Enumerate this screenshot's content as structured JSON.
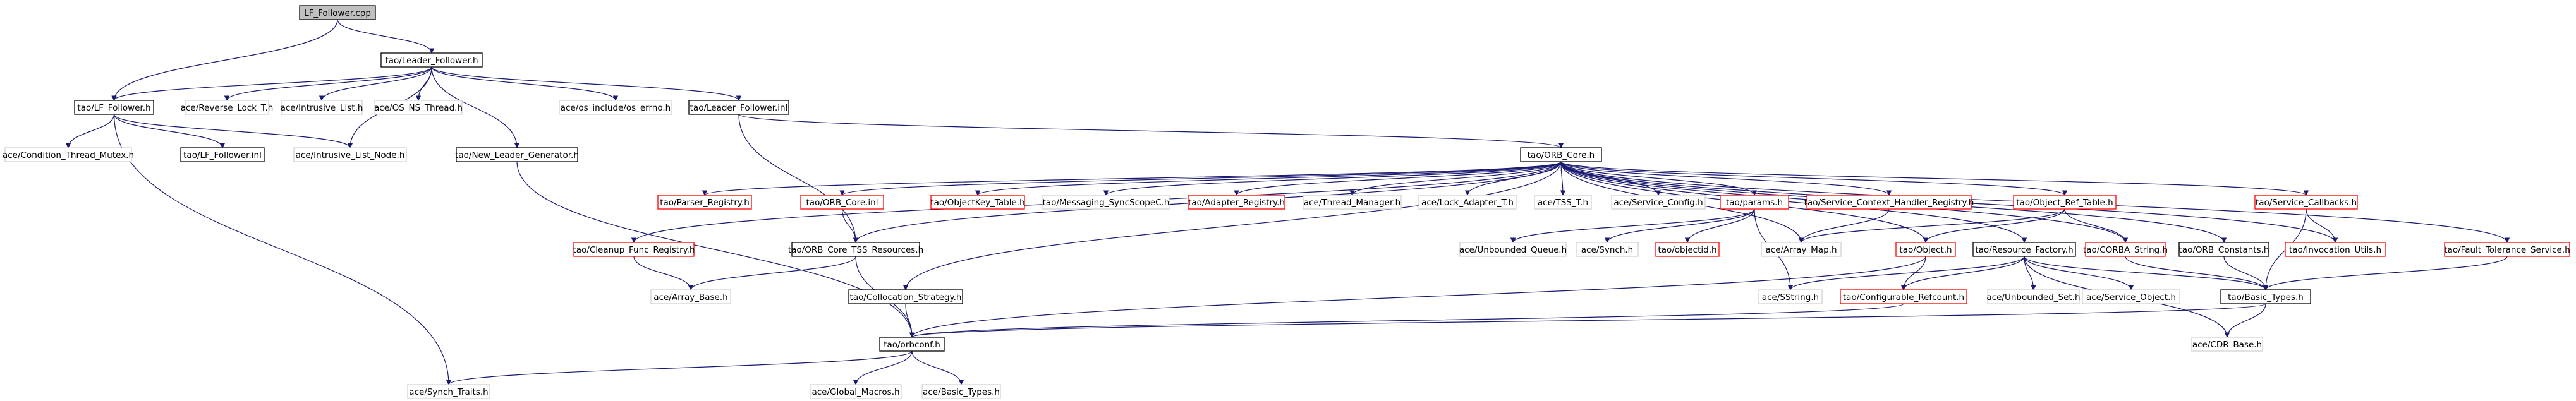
{
  "colors": {
    "edge": "#191970",
    "current_fill": "#c0c0c0",
    "doc_border": "#000000",
    "missing_border": "#ff0000",
    "external_border": "#d3d3d3"
  },
  "nodes": [
    {
      "id": "n0",
      "label": "LF_Follower.cpp",
      "kind": "current"
    },
    {
      "id": "n1",
      "label": "tao/Leader_Follower.h",
      "kind": "doc"
    },
    {
      "id": "n2",
      "label": "tao/LF_Follower.h",
      "kind": "doc"
    },
    {
      "id": "n3",
      "label": "ace/Reverse_Lock_T.h",
      "kind": "external"
    },
    {
      "id": "n4",
      "label": "ace/Intrusive_List.h",
      "kind": "external"
    },
    {
      "id": "n5",
      "label": "ace/OS_NS_Thread.h",
      "kind": "external"
    },
    {
      "id": "n6",
      "label": "ace/os_include/os_errno.h",
      "kind": "external"
    },
    {
      "id": "n7",
      "label": "tao/Leader_Follower.inl",
      "kind": "doc"
    },
    {
      "id": "n8",
      "label": "ace/Condition_Thread_Mutex.h",
      "kind": "external"
    },
    {
      "id": "n9",
      "label": "tao/LF_Follower.inl",
      "kind": "doc"
    },
    {
      "id": "n10",
      "label": "ace/Intrusive_List_Node.h",
      "kind": "external"
    },
    {
      "id": "n11",
      "label": "tao/New_Leader_Generator.h",
      "kind": "doc"
    },
    {
      "id": "n12",
      "label": "tao/ORB_Core.h",
      "kind": "doc"
    },
    {
      "id": "n13",
      "label": "tao/Parser_Registry.h",
      "kind": "missing"
    },
    {
      "id": "n14",
      "label": "tao/ORB_Core.inl",
      "kind": "missing"
    },
    {
      "id": "n15",
      "label": "tao/ObjectKey_Table.h",
      "kind": "missing"
    },
    {
      "id": "n16",
      "label": "tao/Messaging_SyncScopeC.h",
      "kind": "external"
    },
    {
      "id": "n17",
      "label": "tao/Adapter_Registry.h",
      "kind": "missing"
    },
    {
      "id": "n18",
      "label": "ace/Thread_Manager.h",
      "kind": "external"
    },
    {
      "id": "n19",
      "label": "ace/Lock_Adapter_T.h",
      "kind": "external"
    },
    {
      "id": "n20",
      "label": "ace/TSS_T.h",
      "kind": "external"
    },
    {
      "id": "n21",
      "label": "ace/Service_Config.h",
      "kind": "external"
    },
    {
      "id": "n22",
      "label": "tao/params.h",
      "kind": "missing"
    },
    {
      "id": "n23",
      "label": "tao/Service_Context_Handler_Registry.h",
      "kind": "missing"
    },
    {
      "id": "n24",
      "label": "tao/Object_Ref_Table.h",
      "kind": "missing"
    },
    {
      "id": "n25",
      "label": "tao/Service_Callbacks.h",
      "kind": "missing"
    },
    {
      "id": "n26",
      "label": "tao/Cleanup_Func_Registry.h",
      "kind": "missing"
    },
    {
      "id": "n27",
      "label": "tao/ORB_Core_TSS_Resources.h",
      "kind": "doc"
    },
    {
      "id": "n28",
      "label": "tao/Collocation_Strategy.h",
      "kind": "doc"
    },
    {
      "id": "n29",
      "label": "ace/Unbounded_Queue.h",
      "kind": "external"
    },
    {
      "id": "n30",
      "label": "ace/Synch.h",
      "kind": "external"
    },
    {
      "id": "n31",
      "label": "tao/objectid.h",
      "kind": "missing"
    },
    {
      "id": "n32",
      "label": "ace/Array_Map.h",
      "kind": "external"
    },
    {
      "id": "n33",
      "label": "tao/Object.h",
      "kind": "missing"
    },
    {
      "id": "n34",
      "label": "tao/Resource_Factory.h",
      "kind": "doc"
    },
    {
      "id": "n35",
      "label": "tao/CORBA_String.h",
      "kind": "missing"
    },
    {
      "id": "n36",
      "label": "tao/ORB_Constants.h",
      "kind": "doc"
    },
    {
      "id": "n37",
      "label": "tao/Invocation_Utils.h",
      "kind": "missing"
    },
    {
      "id": "n38",
      "label": "tao/Fault_Tolerance_Service.h",
      "kind": "missing"
    },
    {
      "id": "n39",
      "label": "ace/Array_Base.h",
      "kind": "external"
    },
    {
      "id": "n40",
      "label": "ace/SString.h",
      "kind": "external"
    },
    {
      "id": "n41",
      "label": "tao/Configurable_Refcount.h",
      "kind": "missing"
    },
    {
      "id": "n42",
      "label": "ace/Unbounded_Set.h",
      "kind": "external"
    },
    {
      "id": "n43",
      "label": "ace/Service_Object.h",
      "kind": "external"
    },
    {
      "id": "n44",
      "label": "tao/Basic_Types.h",
      "kind": "doc"
    },
    {
      "id": "n45",
      "label": "tao/orbconf.h",
      "kind": "doc"
    },
    {
      "id": "n46",
      "label": "ace/CDR_Base.h",
      "kind": "external"
    },
    {
      "id": "n47",
      "label": "ace/Synch_Traits.h",
      "kind": "external"
    },
    {
      "id": "n48",
      "label": "ace/Global_Macros.h",
      "kind": "external"
    },
    {
      "id": "n49",
      "label": "ace/Basic_Types.h",
      "kind": "external"
    }
  ],
  "edges": [
    [
      "n0",
      "n1"
    ],
    [
      "n0",
      "n2"
    ],
    [
      "n1",
      "n2"
    ],
    [
      "n1",
      "n3"
    ],
    [
      "n1",
      "n4"
    ],
    [
      "n1",
      "n5"
    ],
    [
      "n1",
      "n6"
    ],
    [
      "n1",
      "n7"
    ],
    [
      "n1",
      "n10"
    ],
    [
      "n1",
      "n11"
    ],
    [
      "n2",
      "n8"
    ],
    [
      "n2",
      "n9"
    ],
    [
      "n2",
      "n10"
    ],
    [
      "n2",
      "n47"
    ],
    [
      "n7",
      "n12"
    ],
    [
      "n7",
      "n27"
    ],
    [
      "n11",
      "n45"
    ],
    [
      "n12",
      "n13"
    ],
    [
      "n12",
      "n14"
    ],
    [
      "n12",
      "n15"
    ],
    [
      "n12",
      "n16"
    ],
    [
      "n12",
      "n17"
    ],
    [
      "n12",
      "n18"
    ],
    [
      "n12",
      "n19"
    ],
    [
      "n12",
      "n20"
    ],
    [
      "n12",
      "n21"
    ],
    [
      "n12",
      "n22"
    ],
    [
      "n12",
      "n23"
    ],
    [
      "n12",
      "n24"
    ],
    [
      "n12",
      "n25"
    ],
    [
      "n12",
      "n26"
    ],
    [
      "n12",
      "n27"
    ],
    [
      "n12",
      "n28"
    ],
    [
      "n12",
      "n32"
    ],
    [
      "n12",
      "n33"
    ],
    [
      "n12",
      "n34"
    ],
    [
      "n12",
      "n35"
    ],
    [
      "n12",
      "n36"
    ],
    [
      "n12",
      "n37"
    ],
    [
      "n12",
      "n38"
    ],
    [
      "n14",
      "n27"
    ],
    [
      "n22",
      "n29"
    ],
    [
      "n22",
      "n30"
    ],
    [
      "n22",
      "n31"
    ],
    [
      "n22",
      "n40"
    ],
    [
      "n23",
      "n32"
    ],
    [
      "n24",
      "n32"
    ],
    [
      "n24",
      "n33"
    ],
    [
      "n24",
      "n35"
    ],
    [
      "n25",
      "n37"
    ],
    [
      "n25",
      "n44"
    ],
    [
      "n26",
      "n39"
    ],
    [
      "n27",
      "n39"
    ],
    [
      "n27",
      "n45"
    ],
    [
      "n28",
      "n45"
    ],
    [
      "n33",
      "n41"
    ],
    [
      "n33",
      "n45"
    ],
    [
      "n34",
      "n40"
    ],
    [
      "n34",
      "n41"
    ],
    [
      "n34",
      "n42"
    ],
    [
      "n34",
      "n43"
    ],
    [
      "n34",
      "n44"
    ],
    [
      "n34",
      "n46"
    ],
    [
      "n35",
      "n44"
    ],
    [
      "n36",
      "n44"
    ],
    [
      "n38",
      "n44"
    ],
    [
      "n41",
      "n45"
    ],
    [
      "n44",
      "n45"
    ],
    [
      "n44",
      "n46"
    ],
    [
      "n45",
      "n47"
    ],
    [
      "n45",
      "n48"
    ],
    [
      "n45",
      "n49"
    ]
  ]
}
